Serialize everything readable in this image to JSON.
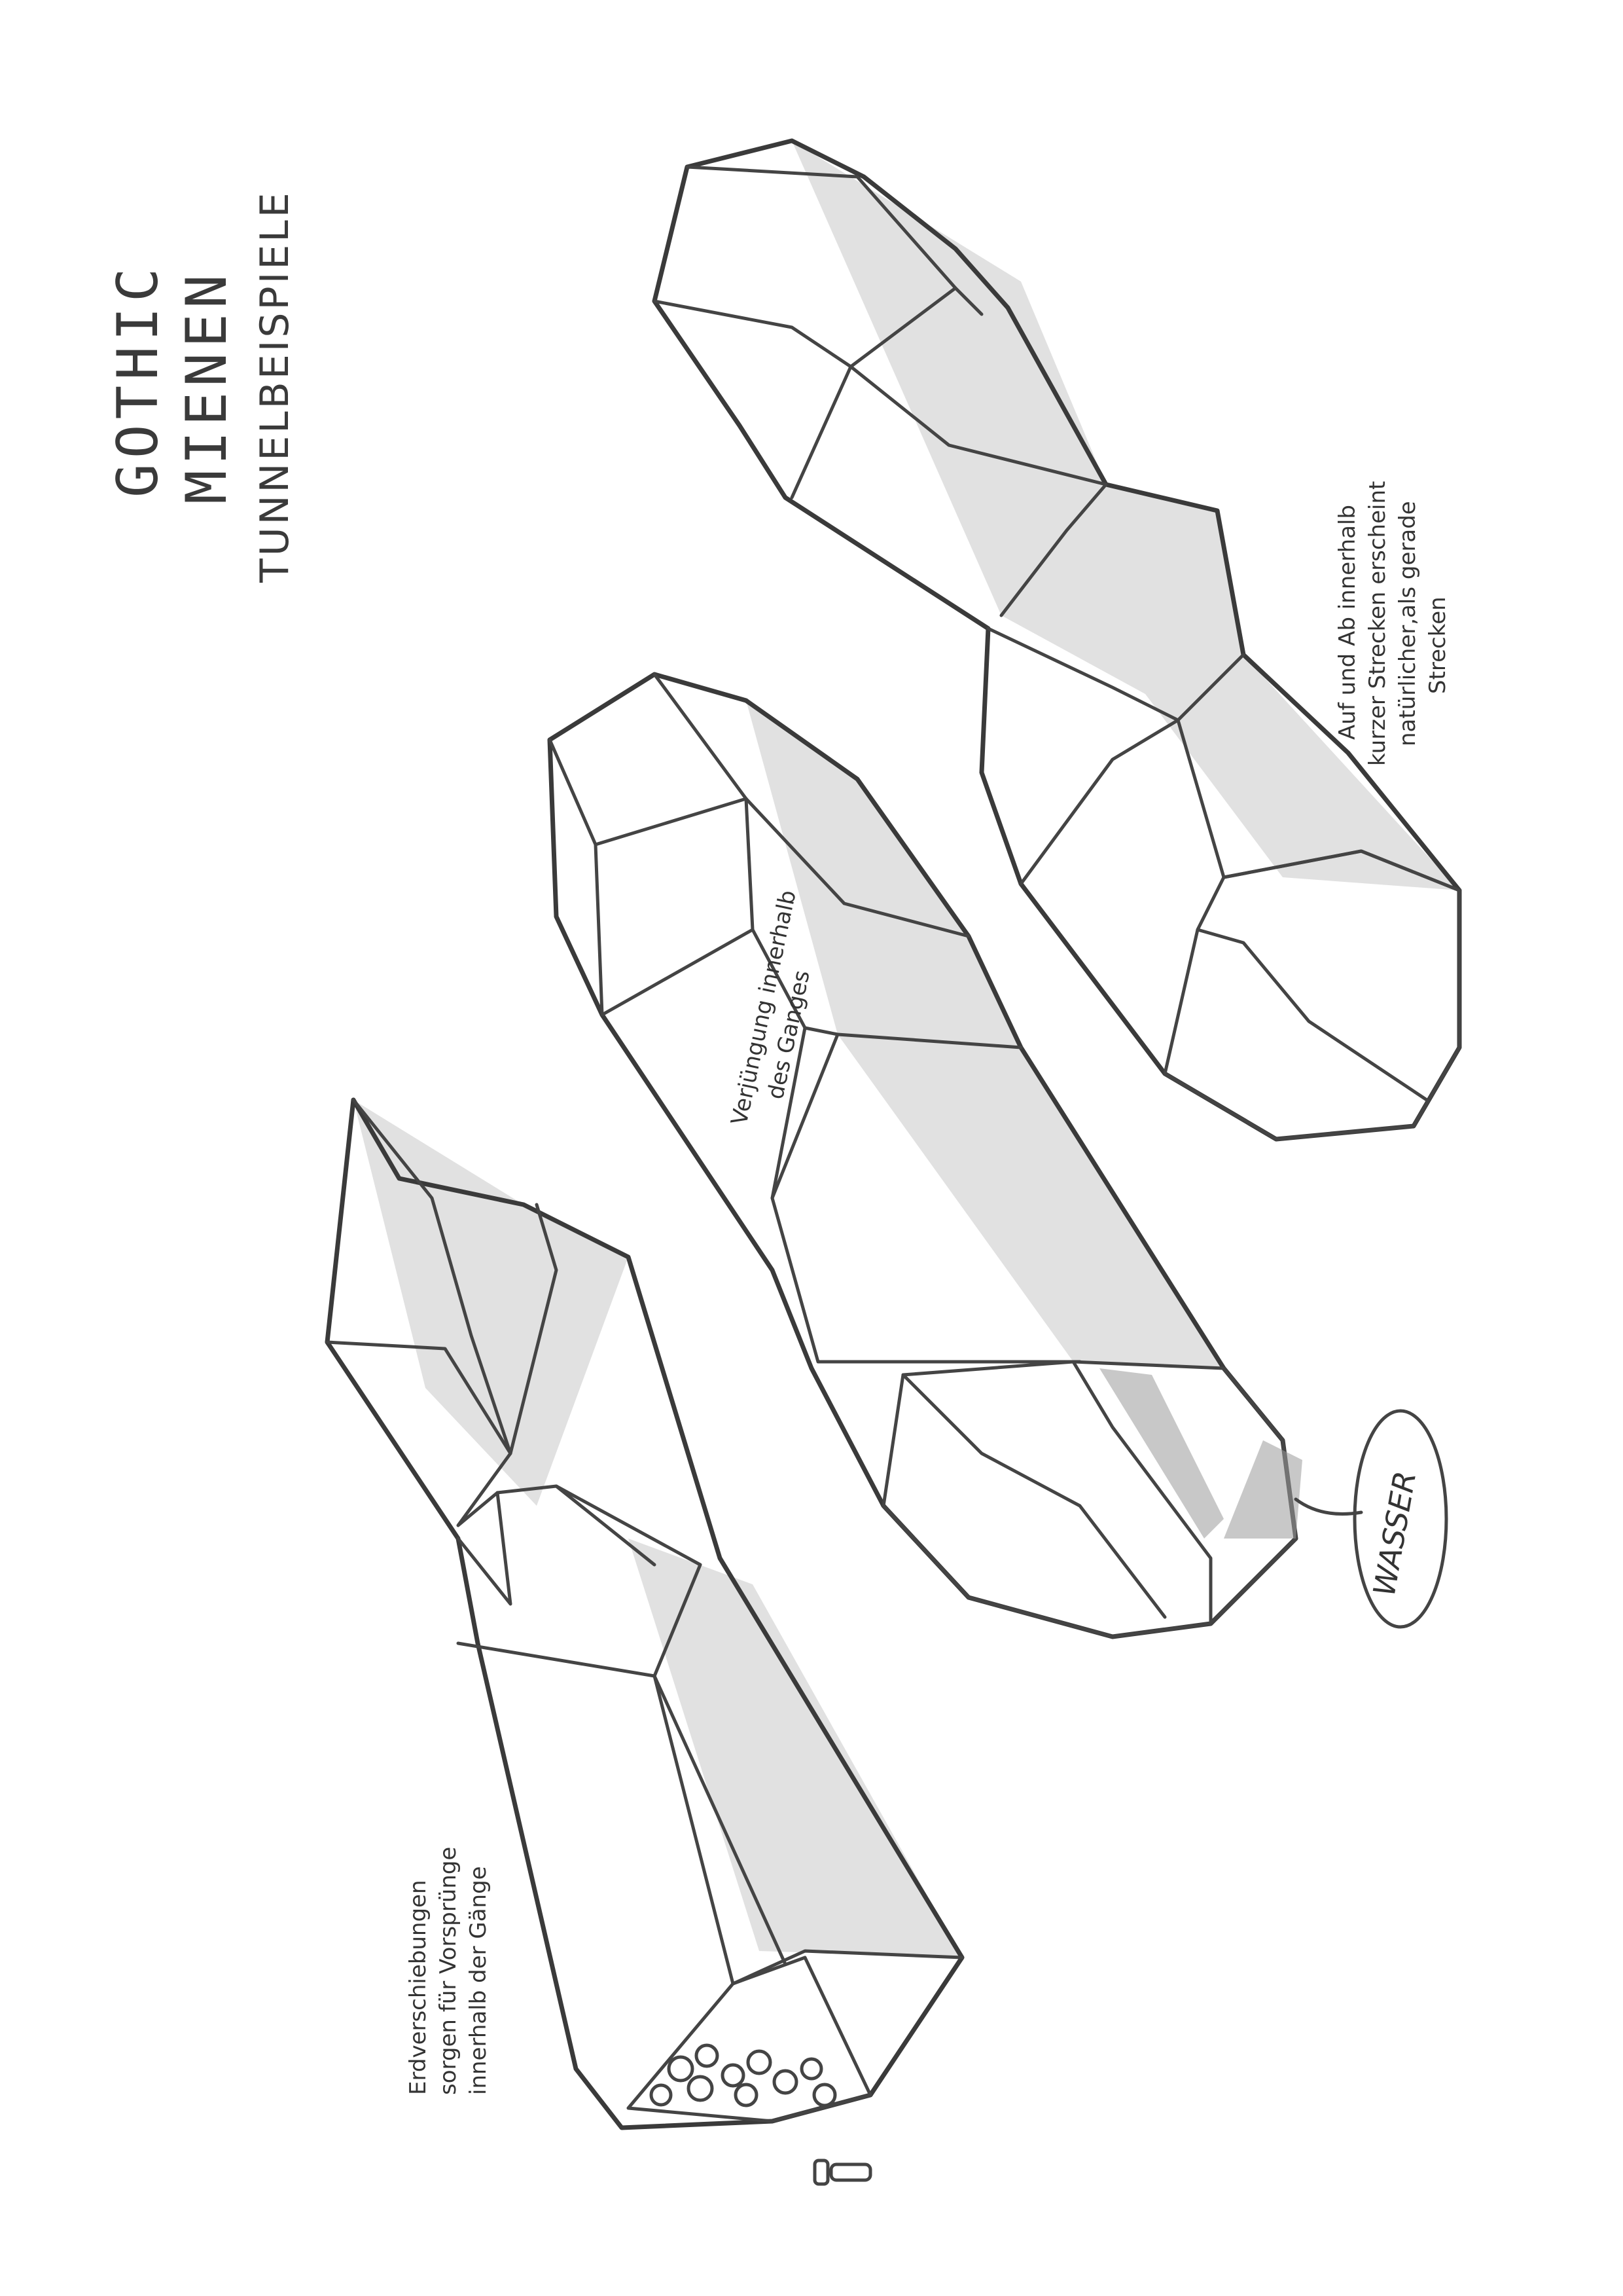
{
  "title": {
    "line1": "GOTHIC",
    "line2": "MIENEN",
    "line3": "TUNNELBEISPIELE"
  },
  "annotations": {
    "top_tunnel": [
      "Auf und Ab innerhalb",
      "kurzer Strecken erscheint",
      "natürlicher,als gerade",
      "Strecken"
    ],
    "middle_tunnel": [
      "Verjüngung innerhalb",
      "des Ganges"
    ],
    "bottom_tunnel": [
      "Erdverschiebungen",
      "sorgen für Vorsprünge",
      "innerhalb der Gänge"
    ],
    "water_label": "WASSER"
  }
}
